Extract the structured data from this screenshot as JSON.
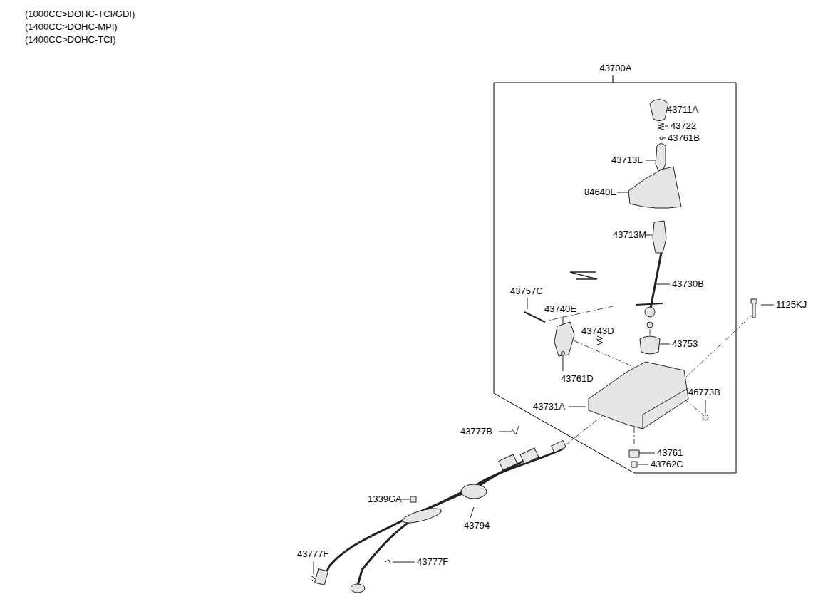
{
  "diagram": {
    "nodes": [
      {
        "text": [
          "43700A"
        ]
      }
    ],
    "labels": [
      "(1000CC>DOHC-TCI/GDI)",
      "(1400CC>DOHC-MPI)",
      "(1400CC>DOHC-TCI)",
      "43711A",
      "43722",
      "43761B",
      "43713L",
      "84640E",
      "43713M",
      "43730B",
      "43757C",
      "43740E",
      "43743D",
      "43753",
      "43761D",
      "46773B",
      "43731A",
      "43761",
      "43762C",
      "1125KJ",
      "43777B",
      "1339GA",
      "43794",
      "43777F",
      "43777F"
    ]
  }
}
